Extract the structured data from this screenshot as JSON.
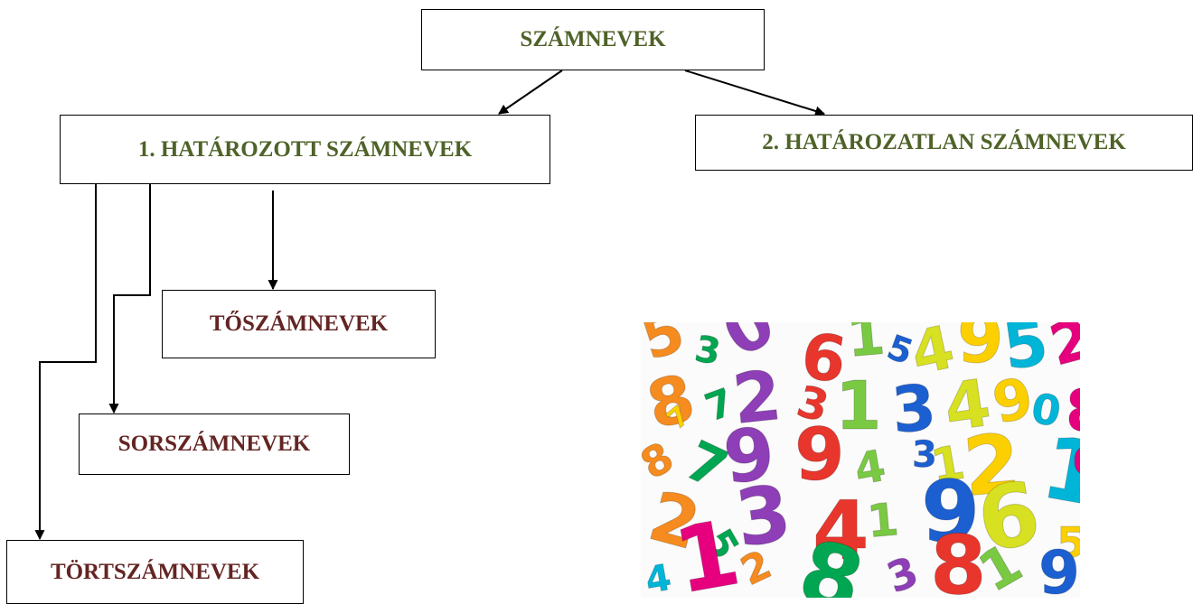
{
  "diagram": {
    "root": "SZÁMNEVEK",
    "definite": "1. HATÁROZOTT SZÁMNEVEK",
    "indefinite": "2. HATÁROZATLAN SZÁMNEVEK",
    "cardinal": "TŐSZÁMNEVEK",
    "ordinal": "SORSZÁMNEVEK",
    "fractional": "TÖRTSZÁMNEVEK"
  },
  "colors": {
    "level1_text": "#4f6228",
    "level2_text": "#632523"
  },
  "image": {
    "icon": "colorful-numbers-image",
    "digits": [
      "5",
      "3",
      "0",
      "6",
      "1",
      "5",
      "4",
      "9",
      "5",
      "2",
      "8",
      "7",
      "2",
      "3",
      "1",
      "3",
      "4",
      "9",
      "0",
      "8",
      "8",
      "7",
      "9",
      "9",
      "4",
      "3",
      "1",
      "2",
      "1",
      "0",
      "2",
      "5",
      "3",
      "4",
      "1",
      "9",
      "6",
      "5",
      "4",
      "1",
      "2",
      "8",
      "3",
      "8",
      "1",
      "9",
      "0",
      "7"
    ],
    "palette": [
      "#e8362c",
      "#f68b1f",
      "#fcd000",
      "#7ac943",
      "#00a651",
      "#00b5d8",
      "#1c5fd1",
      "#8e3fb7",
      "#e6007e",
      "#d7e021"
    ]
  }
}
